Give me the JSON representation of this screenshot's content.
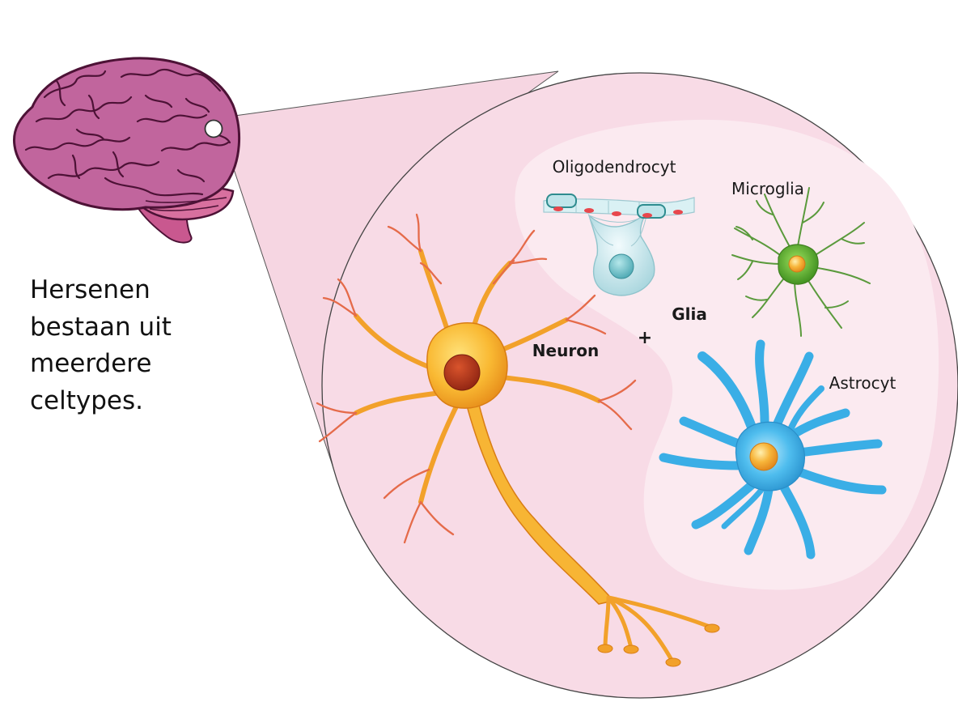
{
  "caption": {
    "lines": [
      "Hersenen",
      "bestaan uit",
      "meerdere",
      "celtypes."
    ]
  },
  "labels": {
    "oligodendrocyte": "Oligodendrocyt",
    "microglia": "Microglia",
    "glia": "Glia",
    "plus": "+",
    "neuron": "Neuron",
    "astrocyte": "Astrocyt"
  },
  "colors": {
    "brain": "#c1659d",
    "zoom_circle": "#f8dbe6",
    "glia_region": "#fbeaf0",
    "neuron": "#f5a623",
    "neuron_nucleus": "#b53a1e",
    "oligodendrocyte": "#c6e6ec",
    "microglia": "#4e9e2a",
    "astrocyte": "#3aaee6"
  }
}
